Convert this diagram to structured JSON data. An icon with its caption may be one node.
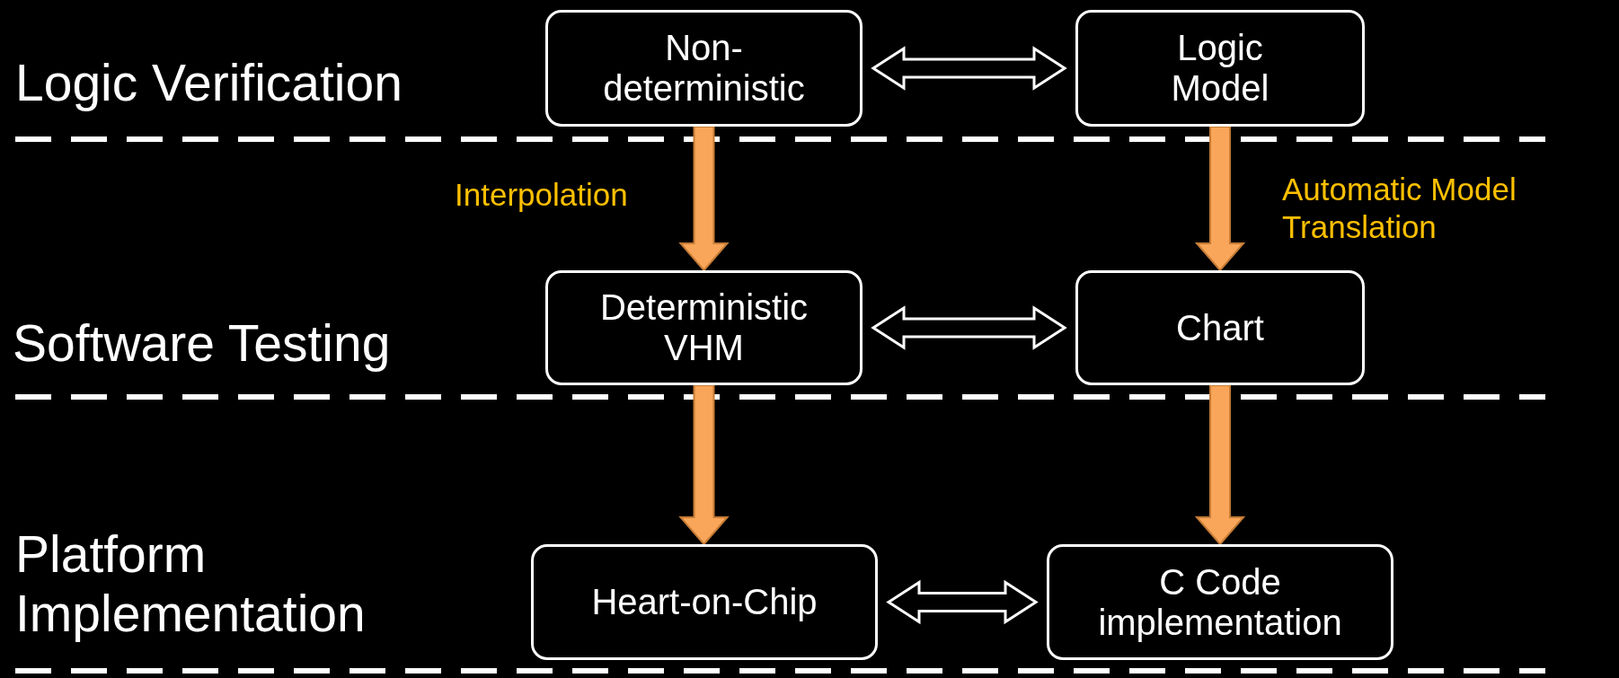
{
  "diagram": {
    "nodes": [
      {
        "text": [
          "Non- deterministic"
        ]
      },
      {
        "text": [
          "Logic Model"
        ]
      },
      {
        "text": [
          "Deterministic VHM"
        ]
      },
      {
        "text": [
          "Chart"
        ]
      },
      {
        "text": [
          "Heart-on-Chip"
        ]
      },
      {
        "text": [
          "C Code implementation"
        ]
      }
    ],
    "edges": [
      {
        "from": 0,
        "to": 1,
        "arrow": "both",
        "color": "#ffffff"
      },
      {
        "from": 0,
        "to": 2,
        "arrow": "to",
        "label": "Interpolation",
        "style": "thick"
      },
      {
        "from": 1,
        "to": 3,
        "arrow": "to",
        "label": "Automatic Model Translation",
        "style": "thick"
      },
      {
        "from": 2,
        "to": 3,
        "arrow": "both",
        "color": "#ffffff"
      },
      {
        "from": 2,
        "to": 4,
        "arrow": "to",
        "style": "thick"
      },
      {
        "from": 3,
        "to": 5,
        "arrow": "to",
        "style": "thick"
      },
      {
        "from": 4,
        "to": 5,
        "arrow": "both",
        "color": "#ffffff"
      }
    ],
    "labels": [
      "Logic Verification",
      "Software Testing",
      "Platform Implementation"
    ]
  }
}
